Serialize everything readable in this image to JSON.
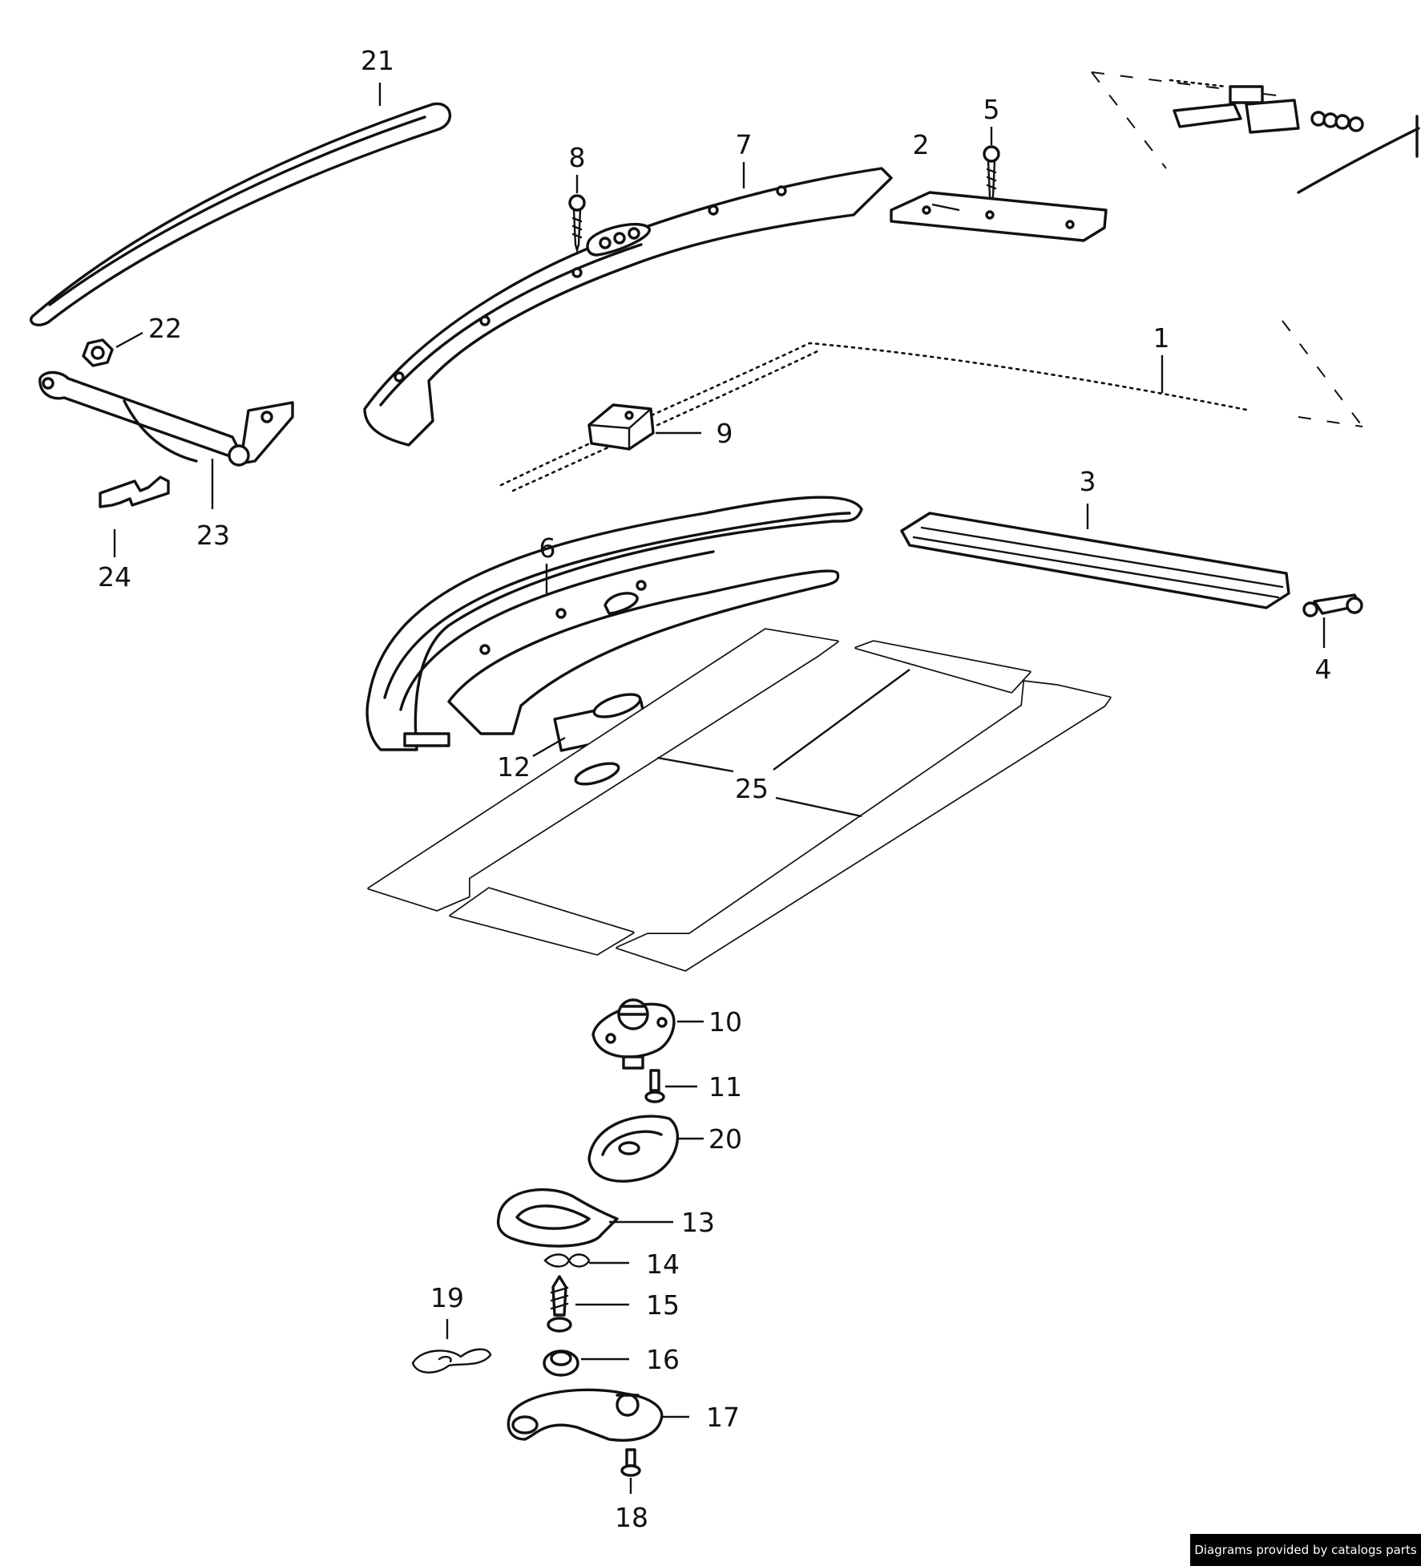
{
  "diagram": {
    "callouts": [
      "1",
      "2",
      "3",
      "4",
      "5",
      "6",
      "7",
      "8",
      "9",
      "10",
      "11",
      "12",
      "13",
      "14",
      "15",
      "16",
      "17",
      "18",
      "19",
      "20",
      "21",
      "22",
      "23",
      "24",
      "25"
    ]
  },
  "credit": {
    "text": "Diagrams provided by catalogs parts"
  },
  "colors": {
    "ink": "#111111",
    "background": "#ffffff",
    "credit_background": "#000000",
    "credit_text": "#ffffff"
  }
}
